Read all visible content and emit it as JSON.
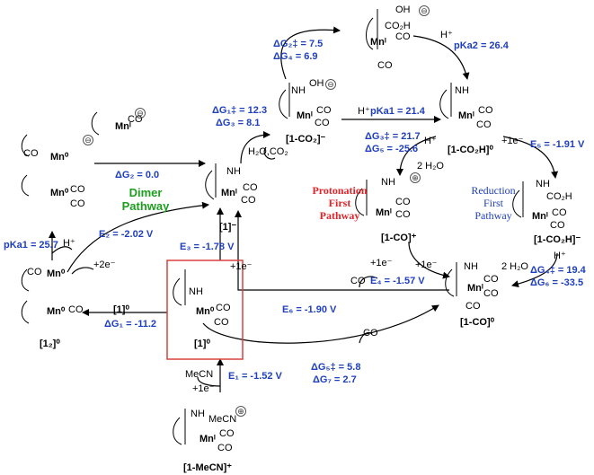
{
  "energies": {
    "dG2_ts": "ΔG₂‡ = 7.5",
    "dG4": "ΔG₄ = 6.9",
    "pKa2": "pKa2 = 26.4",
    "dG1_ts": "ΔG₁‡ = 12.3",
    "dG3": "ΔG₃ = 8.1",
    "pKa1": "pKa1 = 21.4",
    "E5": "E₅ = -1.91 V",
    "dG3_ts": "ΔG₃‡ = 21.7",
    "dG5": "ΔG₅ = -25.6",
    "dG2": "ΔG₂ = 0.0",
    "E2": "E₂ = -2.02 V",
    "E3": "E₃ = -1.78 V",
    "pKa1_left": "pKa1 = 25.7",
    "dG1": "ΔG₁ = -11.2",
    "E4": "E₄ = -1.57 V",
    "E6": "E₆ = -1.90 V",
    "dG4_ts": "ΔG₄‡ = 19.4",
    "dG6": "ΔG₆ = -33.5",
    "dG5_ts": "ΔG₅‡ = 5.8",
    "dG7": "ΔG₇ = 2.7",
    "E1": "E₁ = -1.52 V"
  },
  "species": {
    "co2_complex": "[1-CO₂]⁻",
    "co2h_complex": "[1-CO₂H]⁰",
    "anion": "[1]⁻",
    "co_plus": "[1-CO]⁺",
    "co2h_anion": "[1-CO₂H]⁻",
    "neutral_box": "[1]⁰",
    "neutral_mid": "[1]⁰",
    "co_neutral": "[1-CO]⁰",
    "dimer": "[1₂]⁰",
    "mecn": "[1-MeCN]⁺"
  },
  "reagents": {
    "h_plus_top": "H⁺",
    "h2o_co2": "H₂O,CO₂",
    "h_plus_pKa1": "H⁺",
    "h_plus_proton": "H⁺",
    "two_h2o_a": "2 H₂O",
    "plus_e_red": "+1e⁻",
    "h_plus_left": "H⁺",
    "plus_2e": "+2e⁻",
    "plus_e_e3": "+1e⁻",
    "plus_e_e4": "+1e⁻",
    "co_e6": "CO",
    "plus_e_e6": "+1e⁻",
    "two_h2o_b": "2 H₂O",
    "h_plus_right": "H⁺",
    "co_bottom": "CO",
    "mecn_label": "MeCN",
    "plus_e_e1": "+1e⁻"
  },
  "pathways": {
    "dimer": [
      "Dimer",
      "Pathway"
    ],
    "protonation": [
      "Protonation",
      "First",
      "Pathway"
    ],
    "reduction": [
      "Reduction",
      "First",
      "Pathway"
    ]
  },
  "metal": {
    "mn_i": "Mnᴵ",
    "mn_0": "Mn⁰",
    "co": "CO",
    "nh": "NH",
    "n": "N",
    "oh": "OH",
    "co2h": "CO₂H",
    "meCN": "MeCN"
  },
  "colors": {
    "blue": "#1f3fbf",
    "red": "#e0242a",
    "green": "#1e9e1e",
    "box": "#d9413e"
  }
}
